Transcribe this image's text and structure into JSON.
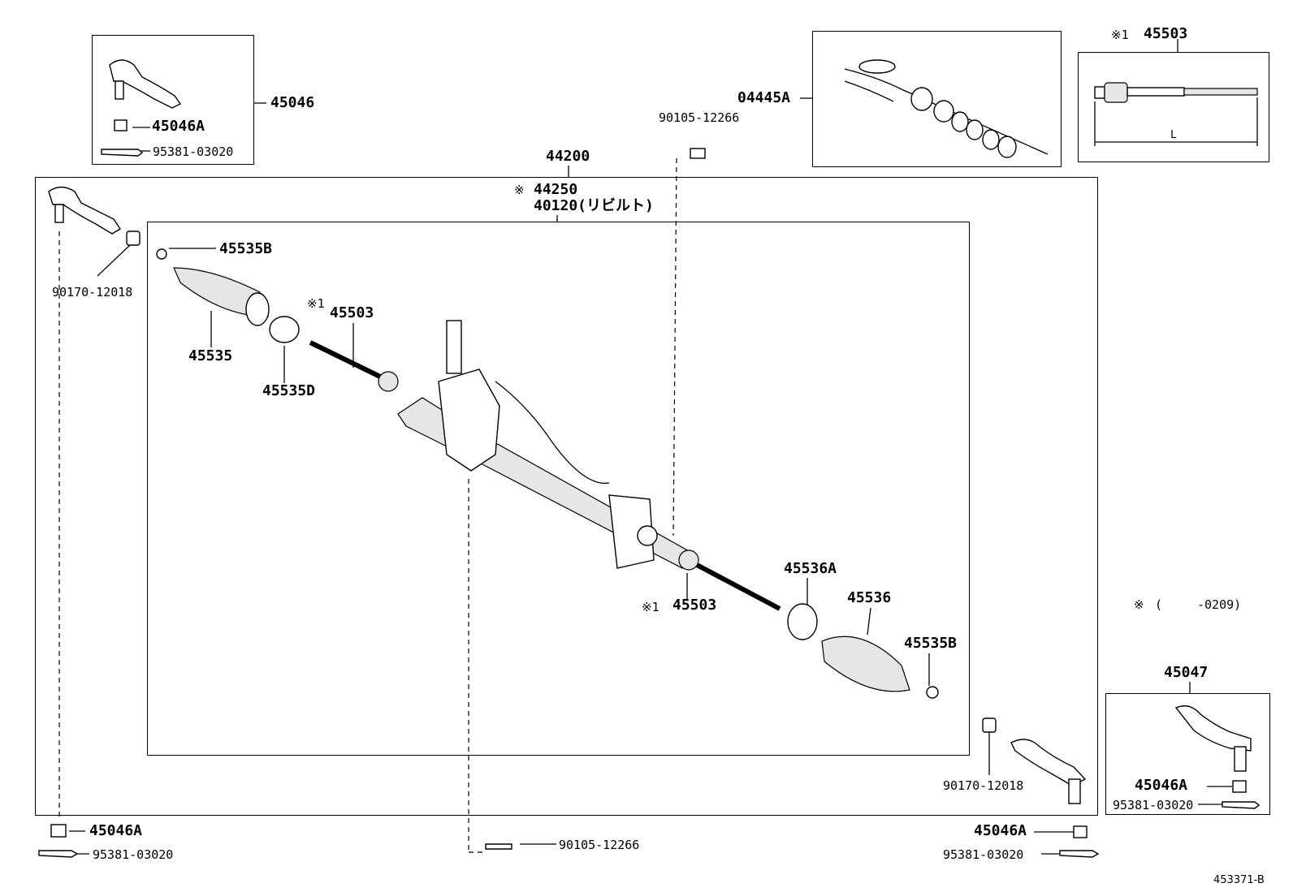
{
  "colors": {
    "ink": "#000000",
    "paper": "#ffffff"
  },
  "labels": {
    "inset_45046": "45046",
    "inset_45046A": "45046A",
    "inset_95381": "95381-03020",
    "p04445A": "04445A",
    "p90105_top": "90105-12266",
    "inset_45503_mark": "※1",
    "inset_45503": "45503",
    "inset_L": "L",
    "p44200": "44200",
    "p44250_mark": "※",
    "p44250": "44250",
    "p40120": "40120(リビルト)",
    "p45535B_left": "45535B",
    "p90170_left": "90170-12018",
    "p45503_left_mark": "※1",
    "p45503_left": "45503",
    "p45535": "45535",
    "p45535D": "45535D",
    "p45536A": "45536A",
    "p45536": "45536",
    "p45503_right_mark": "※1",
    "p45503_right": "45503",
    "p45535B_right": "45535B",
    "note_mark": "※",
    "note_paren": "(",
    "note_date": "-0209)",
    "p45047": "45047",
    "inset_45046A_r": "45046A",
    "inset_95381_r": "95381-03020",
    "p90170_right": "90170-12018",
    "p45046A_bl": "45046A",
    "p95381_bl": "95381-03020",
    "p90105_bottom": "90105-12266",
    "p45046A_br": "45046A",
    "p95381_br": "95381-03020",
    "ref_code": "453371-B"
  }
}
